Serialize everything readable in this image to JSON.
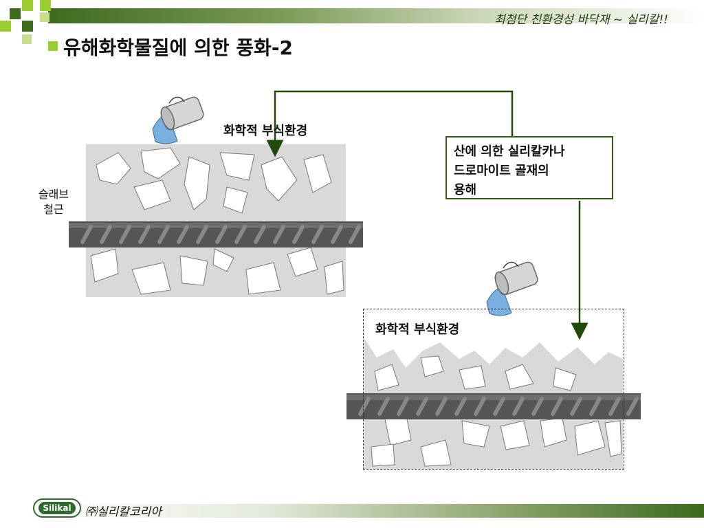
{
  "header": {
    "tagline": "최첨단 친환경성 바닥재 ~ 실리칼!!"
  },
  "title": "유해화학물질에 의한 풍화-2",
  "diagram": {
    "chem_env_label_1": "화학적 부식환경",
    "chem_env_label_2": "화학적 부식환경",
    "slab_label": "슬래브",
    "rebar_label": "철근",
    "callout_lines": [
      "산에 의한 실리칼카나",
      "드로마이트 골재의",
      "용해"
    ]
  },
  "footer": {
    "logo_text": "Silikal",
    "company": "㈜실리칼코리아"
  },
  "colors": {
    "accent_green": "#9acd32",
    "dark_green": "#2e5a14",
    "concrete": "#d9d9d9",
    "rebar": "#555555",
    "acid": "#7ab0e0"
  }
}
